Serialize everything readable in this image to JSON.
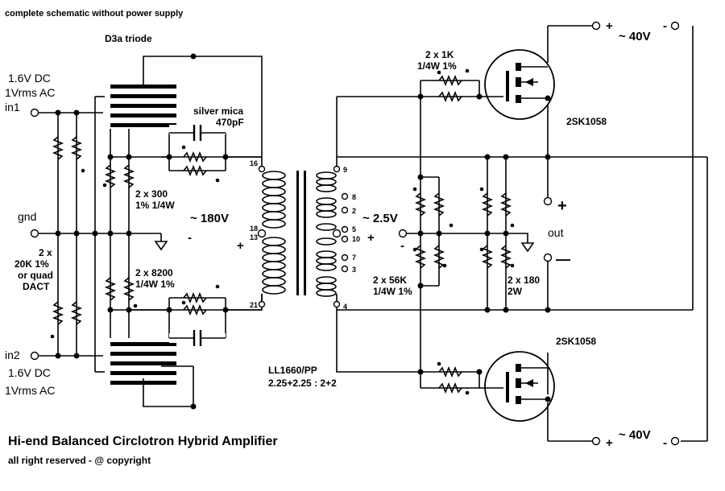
{
  "header": {
    "note": "complete schematic without power supply"
  },
  "tube": {
    "label": "D3a triode"
  },
  "inputs": {
    "in1": {
      "voltage": "1.6V DC",
      "signal": "1Vrms AC",
      "name": "in1"
    },
    "in2": {
      "voltage": "1.6V DC",
      "signal": "1Vrms AC",
      "name": "in2"
    },
    "gnd": "gnd"
  },
  "components": {
    "bias_res": {
      "qty": "2 x",
      "value": "20K 1%",
      "alt1": "or quad",
      "alt2": "DACT"
    },
    "cathode_res": {
      "value": "2 x 300",
      "spec": "1% 1/4W"
    },
    "mica": {
      "type": "silver mica",
      "value": "470pF"
    },
    "fb_res": {
      "value": "2 x 8200",
      "spec": "1/4W 1%"
    },
    "gate_res": {
      "value": "2 x 1K",
      "spec": "1/4W 1%"
    },
    "div_res": {
      "value": "2 x 56K",
      "spec": "1/4W 1%"
    },
    "load_res": {
      "value": "2 x 180",
      "spec": "2W"
    }
  },
  "transformer": {
    "model": "LL1660/PP",
    "ratio": "2.25+2.25 : 2+2",
    "pins": [
      "16",
      "18",
      "13",
      "21",
      "9",
      "8",
      "2",
      "5",
      "10",
      "7",
      "3",
      "4"
    ]
  },
  "voltages": {
    "primary": "~ 180V",
    "secondary": "~ 2.5V",
    "rail_top": "~ 40V",
    "rail_bottom": "~ 40V"
  },
  "signs": {
    "plus": "+",
    "minus": "-"
  },
  "mosfet": {
    "top": "2SK1058",
    "bottom": "2SK1058"
  },
  "output": {
    "label": "out",
    "plus": "+",
    "minus": "—"
  },
  "footer": {
    "title": "Hi-end Balanced Circlotron  Hybrid Amplifier",
    "copyright": "all right reserved - @ copyright"
  }
}
